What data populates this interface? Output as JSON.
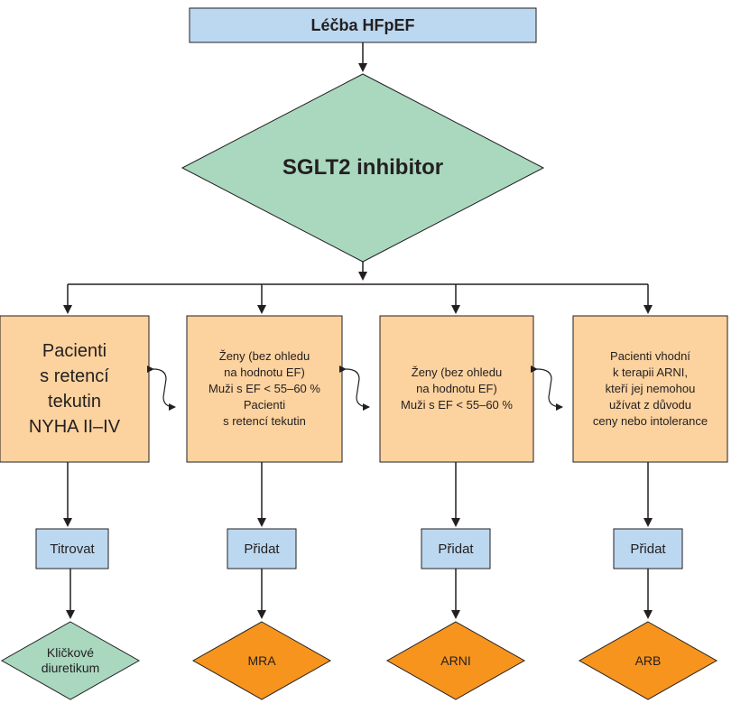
{
  "colors": {
    "blue": "#bcd8f0",
    "green": "#a9d8bf",
    "orange_box": "#fcd29e",
    "orange_diamond": "#f7941d",
    "line": "#231f20"
  },
  "top": {
    "title": "Léčba HFpEF"
  },
  "decision": {
    "label": "SGLT2 inhibitor"
  },
  "columns": [
    {
      "criteria": "Pacienti\ns retencí\ntekutin\nNYHA II–IV",
      "action": "Titrovat",
      "result": "Kličkové\ndiuretikum"
    },
    {
      "criteria": "Ženy (bez ohledu\nna hodnotu EF)\nMuži s EF < 55–60 %\nPacienti\ns retencí tekutin",
      "action": "Přidat",
      "result": "MRA"
    },
    {
      "criteria": "Ženy (bez ohledu\nna hodnotu EF)\nMuži s EF < 55–60 %",
      "action": "Přidat",
      "result": "ARNI"
    },
    {
      "criteria": "Pacienti vhodní\nk terapii ARNI,\nkteří jej nemohou\nužívat z důvodu\nceny nebo intolerance",
      "action": "Přidat",
      "result": "ARB"
    }
  ]
}
